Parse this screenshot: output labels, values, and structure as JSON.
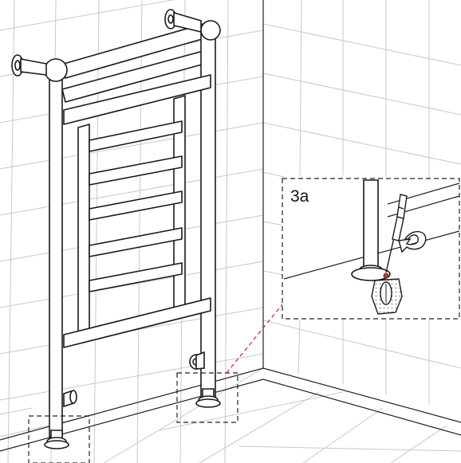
{
  "figure": {
    "detail_label": "3a",
    "colors": {
      "line": "#1a1a1a",
      "grid": "#c8c8c8",
      "leader": "#d42020",
      "highlight": "#e03030",
      "paper": "#ffffff"
    },
    "parts": [
      "towel-radiator",
      "wall-bracket-left",
      "wall-bracket-right",
      "floor-valve-left",
      "floor-valve-right",
      "screwdriver-icon",
      "rotate-arrow-icon",
      "wall-plug"
    ]
  }
}
